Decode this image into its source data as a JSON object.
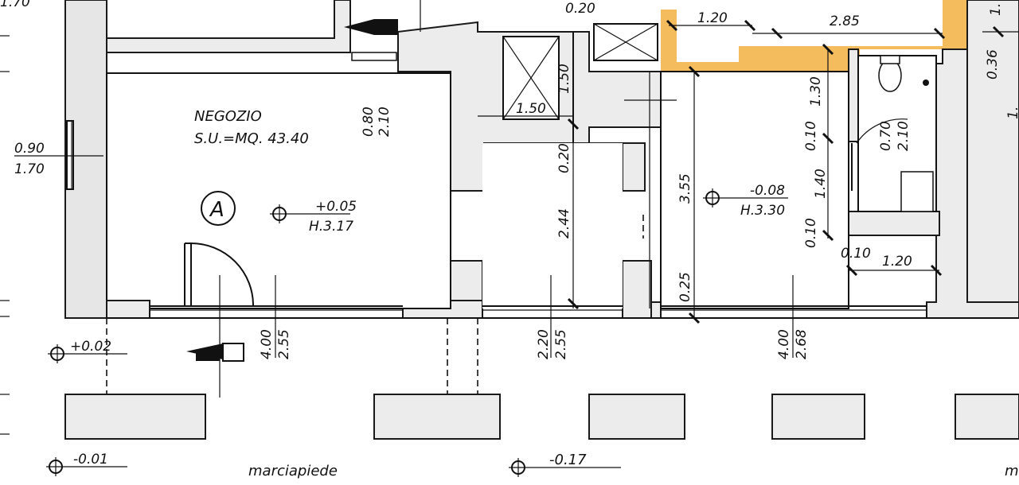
{
  "room": {
    "name": "NEGOZIO",
    "area": "S.U.=MQ.  43.40",
    "marker": "A"
  },
  "levels": {
    "shop_floor": "+0.05",
    "shop_height": "H.3.17",
    "rear_floor": "-0.08",
    "rear_height": "H.3.30",
    "street_left": "+0.02",
    "sidewalk_left": "-0.01",
    "sidewalk_mid": "-0.17"
  },
  "labels": {
    "sidewalk": "marciapiede",
    "sidewalk_cut": "ma"
  },
  "dimensions": {
    "top_left_cut": "1.70",
    "top_020": "0.20",
    "top_120": "1.20",
    "top_285": "2.85",
    "right_036": "0.36",
    "right_cut1": "1.",
    "right_cut2": "1.",
    "window_left_a": "0.90",
    "window_left_b": "1.70",
    "door_a": "0.80",
    "door_b": "2.10",
    "shaft_150a": "1.50",
    "shaft_150b": "1.50",
    "wall_020": "0.20",
    "shop_244": "2.44",
    "rear_355": "3.55",
    "rear_025": "0.25",
    "wc_130": "1.30",
    "wc_010a": "0.10",
    "wc_140": "1.40",
    "wc_010b": "0.10",
    "wc_door_a": "0.70",
    "wc_door_b": "2.10",
    "wc_010c": "0.10",
    "wc_120": "1.20",
    "open1_a": "4.00",
    "open1_b": "2.55",
    "open2_a": "2.20",
    "open2_b": "2.55",
    "open3_a": "4.00",
    "open3_b": "2.68"
  }
}
